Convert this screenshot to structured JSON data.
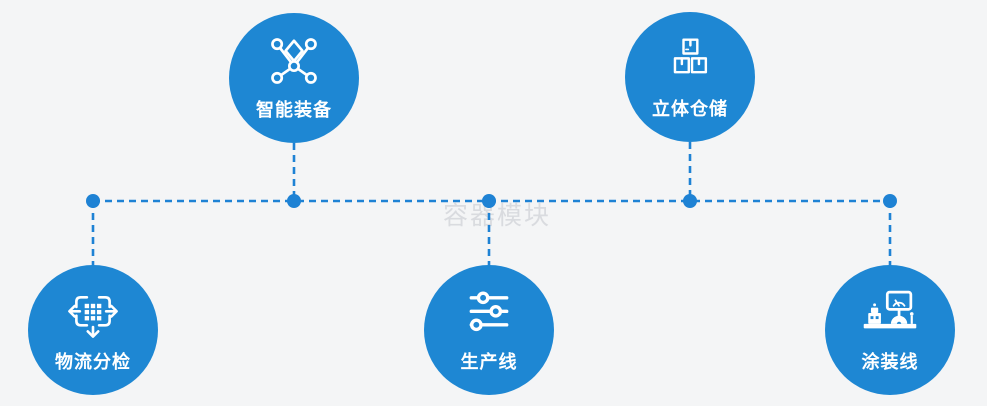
{
  "watermark": {
    "text": "容器模块"
  },
  "colors": {
    "node_blue": "#1e87d3",
    "line_blue": "#1e82d4",
    "background": "#f4f5f6",
    "icon_white": "#ffffff",
    "label_white": "#ffffff",
    "watermark_gray": "#d9dbdf"
  },
  "nodes": [
    {
      "label": "智能装备",
      "icon": "network-nodes-icon"
    },
    {
      "label": "立体仓储",
      "icon": "stacked-boxes-icon"
    },
    {
      "label": "物流分检",
      "icon": "distribute-arrows-icon"
    },
    {
      "label": "生产线",
      "icon": "sliders-icon"
    },
    {
      "label": "涂装线",
      "icon": "paint-station-icon"
    }
  ]
}
